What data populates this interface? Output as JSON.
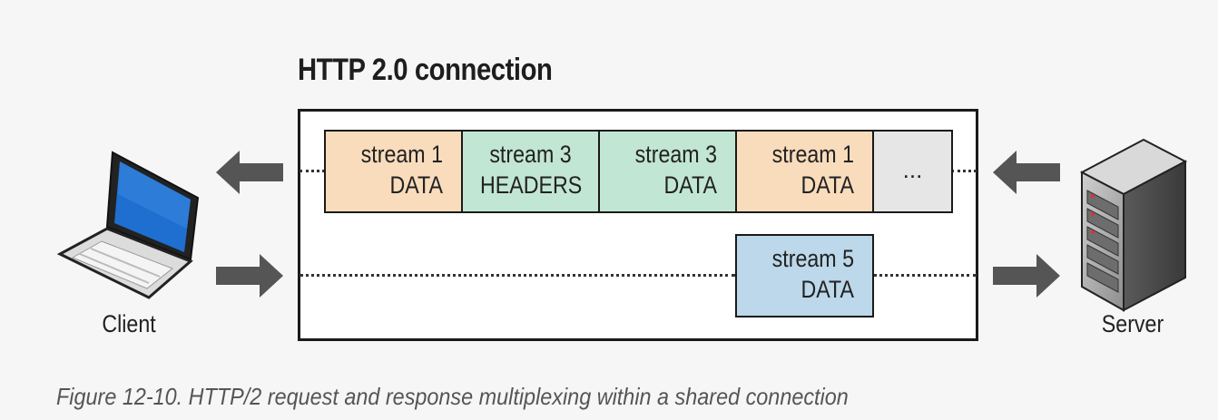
{
  "title": "HTTP 2.0 connection",
  "client_label": "Client",
  "server_label": "Server",
  "caption": "Figure 12-10. HTTP/2 request and response multiplexing within a shared connection",
  "response_frames": [
    {
      "line1": "stream 1",
      "line2": "DATA",
      "color": "#f9dcbc"
    },
    {
      "line1": "stream 3",
      "line2": "HEADERS",
      "color": "#c2e6d4"
    },
    {
      "line1": "stream 3",
      "line2": "DATA",
      "color": "#c2e6d4"
    },
    {
      "line1": "stream 1",
      "line2": "DATA",
      "color": "#f9dcbc"
    },
    {
      "line1": "...",
      "color": "#e6e6e6"
    }
  ],
  "request_frame": {
    "line1": "stream 5",
    "line2": "DATA",
    "color": "#bcd8ea"
  },
  "icons": {
    "client": "laptop-icon",
    "server": "server-tower-icon",
    "arrow_out": "arrow-left-icon",
    "arrow_in": "arrow-right-icon"
  }
}
